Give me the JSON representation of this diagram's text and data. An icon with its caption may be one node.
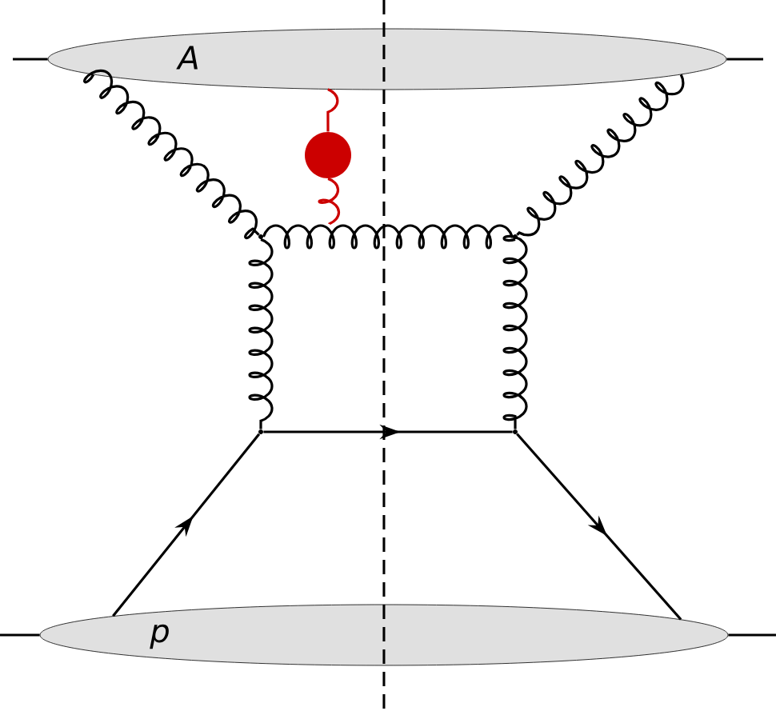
{
  "diagram": {
    "nodes": [
      {
        "text": [
          "A"
        ]
      },
      {
        "text": [
          "p"
        ]
      },
      {
        "text": [],
        "shape": "vertex"
      },
      {
        "text": [],
        "shape": "vertex"
      },
      {
        "text": [],
        "shape": "vertex"
      },
      {
        "text": [],
        "shape": "vertex"
      },
      {
        "text": [],
        "shape": "circle"
      }
    ],
    "edges": [
      {
        "from": null,
        "to": 0,
        "arrow": "none"
      },
      {
        "from": 0,
        "to": null,
        "arrow": "none"
      },
      {
        "from": null,
        "to": 1,
        "arrow": "none"
      },
      {
        "from": 1,
        "to": null,
        "arrow": "none"
      },
      {
        "from": 0,
        "to": 2,
        "arrow": "none"
      },
      {
        "from": 0,
        "to": 3,
        "arrow": "none"
      },
      {
        "from": 2,
        "to": 3,
        "arrow": "none"
      },
      {
        "from": 2,
        "to": 4,
        "arrow": "none"
      },
      {
        "from": 3,
        "to": 5,
        "arrow": "none"
      },
      {
        "from": 4,
        "to": 5,
        "arrow": "to"
      },
      {
        "from": 1,
        "to": 4,
        "arrow": "to"
      },
      {
        "from": 5,
        "to": 1,
        "arrow": "to"
      },
      {
        "from": 0,
        "to": 6,
        "arrow": "none",
        "color": "#cc0000"
      },
      {
        "from": 6,
        "to": null,
        "arrow": "none",
        "color": "#cc0000"
      }
    ]
  }
}
